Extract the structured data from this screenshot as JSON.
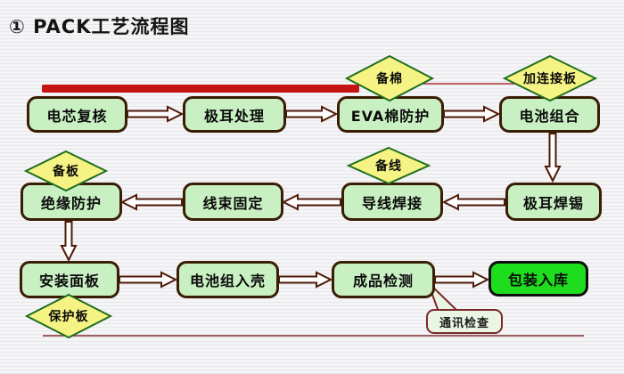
{
  "title": "① PACK工艺流程图",
  "nodes": {
    "cell_recheck": "电芯复核",
    "tab_processing": "极耳处理",
    "eva_foam_protection": "EVA棉防护",
    "battery_assembly": "电池组合",
    "insulation_protection": "绝缘防护",
    "harness_fixing": "线束固定",
    "wire_welding": "导线焊接",
    "tab_soldering": "极耳焊锡",
    "panel_installation": "安装面板",
    "pack_into_case": "电池组入壳",
    "finished_inspection": "成品检测",
    "packing_warehousing": "包装入库",
    "comm_check": "通讯检查"
  },
  "diamonds": {
    "prepare_cotton": "备棉",
    "add_connecting_plate": "加连接板",
    "prepare_board": "备板",
    "prepare_wire": "备线",
    "protection_board": "保护板"
  },
  "colors": {
    "node_fill": "#c9f0c2",
    "node_border": "#3a1d05",
    "diamond_fill": "#f5f383",
    "diamond_border": "#1e6e1e",
    "final_fill": "#1edc1e",
    "red_bar": "#c41414",
    "thin_line_top": "#b03535",
    "thin_line_bottom": "#9c5f5f",
    "arrow_stroke": "#4f1a08",
    "callout_fill": "#eaf6e3",
    "callout_border": "#7a2828"
  }
}
